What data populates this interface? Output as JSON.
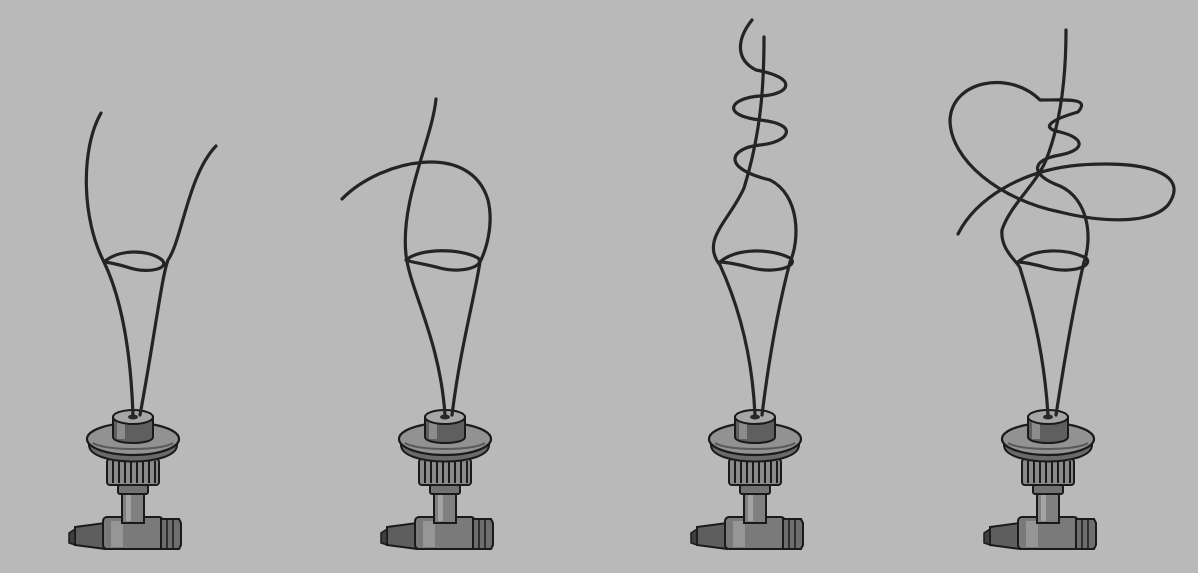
{
  "figure": {
    "background_color": "#b9b9b9",
    "strand_color": "#242424",
    "panels": [
      {
        "id": "panel-1",
        "step": 1
      },
      {
        "id": "panel-2",
        "step": 2
      },
      {
        "id": "panel-3",
        "step": 3
      },
      {
        "id": "panel-4",
        "step": 4
      }
    ],
    "icons": [
      "valve-fitting-icon",
      "knot-strand-icon"
    ]
  }
}
